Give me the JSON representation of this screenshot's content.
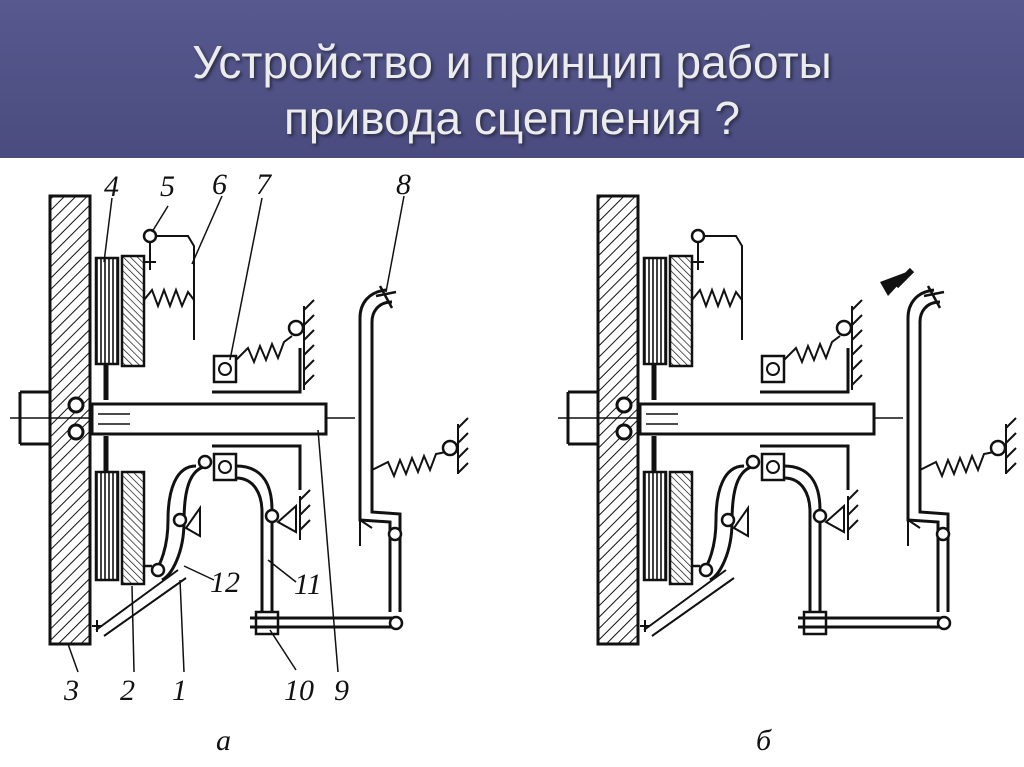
{
  "slide": {
    "title_line1": "Устройство и принцип работы",
    "title_line2": "привода сцепления ?"
  },
  "diagram": {
    "labels_a": [
      "1",
      "2",
      "3",
      "4",
      "5",
      "6",
      "7",
      "8",
      "9",
      "10",
      "11",
      "12"
    ],
    "caption_a": "а",
    "caption_b": "б"
  }
}
